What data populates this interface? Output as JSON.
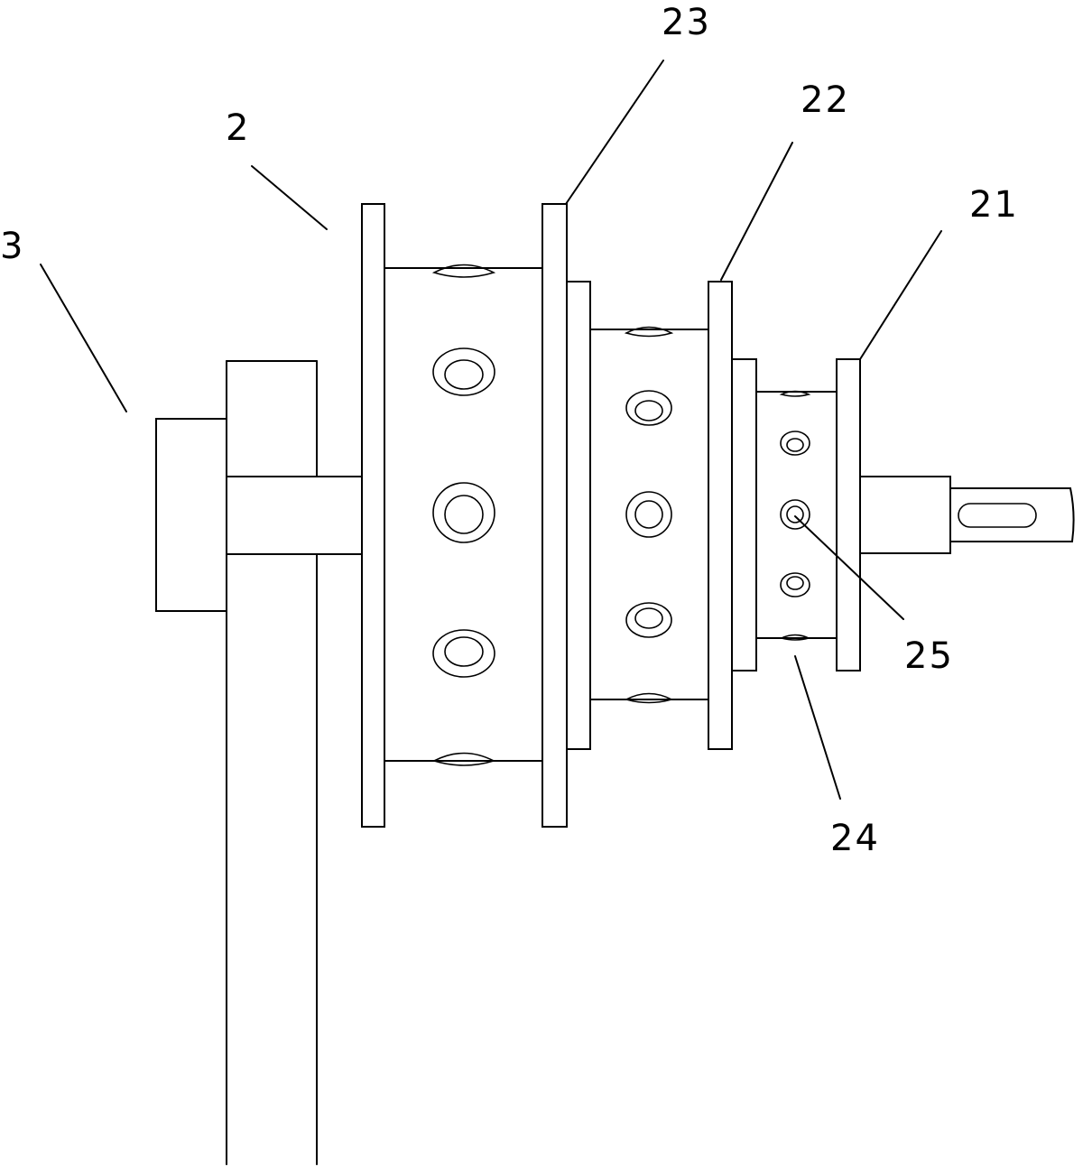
{
  "labels": {
    "l3": "3",
    "l2": "2",
    "l23": "23",
    "l22": "22",
    "l21": "21",
    "l25": "25",
    "l24": "24"
  },
  "colors": {
    "stroke": "#000000",
    "background": "#ffffff"
  }
}
